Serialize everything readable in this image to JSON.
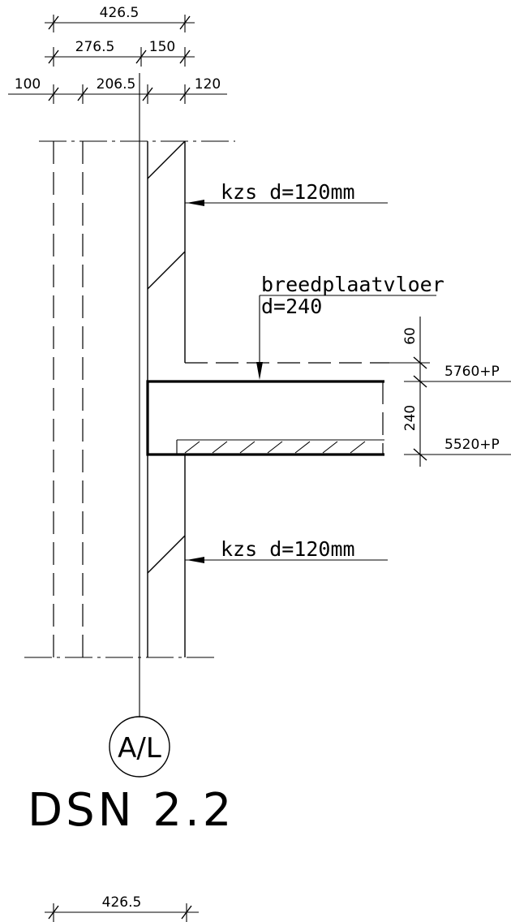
{
  "dimensions": {
    "top_total": "426.5",
    "second_left": "276.5",
    "second_right": "150",
    "third_a": "100",
    "third_b": "206.5",
    "third_c": "120",
    "bottom_total": "426.5",
    "slab_top": "60",
    "slab_thickness": "240"
  },
  "labels": {
    "wall_upper": "kzs  d=120mm",
    "wall_lower": "kzs  d=120mm",
    "floor_type": "breedplaatvloer",
    "floor_thickness": "d=240",
    "level_top": "5760+P",
    "level_bottom": "5520+P"
  },
  "grid_axis": "A/L",
  "detail_title": "DSN  2.2"
}
